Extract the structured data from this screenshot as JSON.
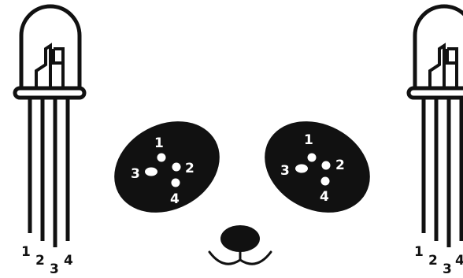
{
  "led_left": {
    "pins": [
      "1",
      "2",
      "3",
      "4"
    ]
  },
  "led_right": {
    "pins": [
      "1",
      "2",
      "3",
      "4"
    ]
  },
  "eye_left": {
    "holes": [
      "1",
      "2",
      "3",
      "4"
    ]
  },
  "eye_right": {
    "holes": [
      "1",
      "2",
      "3",
      "4"
    ]
  },
  "colors": {
    "ink": "#111111",
    "background": "#ffffff",
    "eye_label": "#ffffff"
  }
}
